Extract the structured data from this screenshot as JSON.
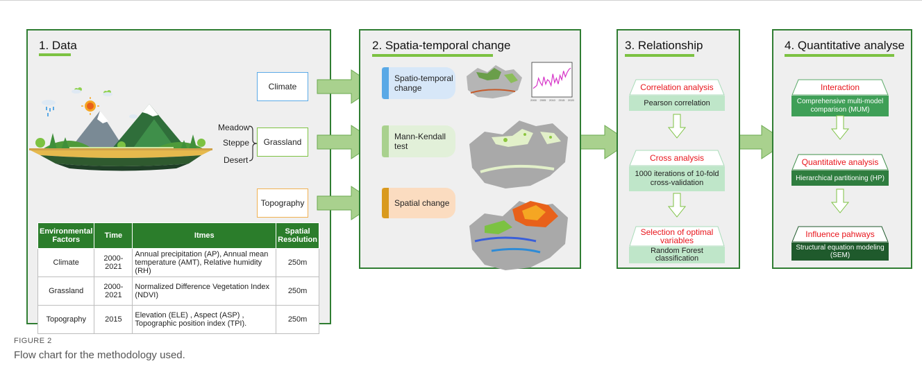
{
  "figure": {
    "label": "FIGURE 2",
    "caption": "Flow chart for the methodology used."
  },
  "colors": {
    "panel_border": "#2f7d32",
    "underline": "#7cc242",
    "arrow_fill": "#a9d18e",
    "arrow_stroke": "#6aa84f",
    "dark_green": "#2b7d2b",
    "red_text": "#e8141b"
  },
  "panel1": {
    "title": "1. Data",
    "inputs": {
      "climate": "Climate",
      "grassland": "Grassland",
      "topography": "Topography"
    },
    "grassland_types": [
      "Meadow",
      "Steppe",
      "Desert"
    ],
    "table": {
      "headers": [
        "Environmental Factors",
        "Time",
        "Itmes",
        "Spatial Resolution"
      ],
      "rows": [
        {
          "factor": "Climate",
          "time": "2000-2021",
          "items": "Annual precipitation (AP), Annual mean temperature (AMT), Relative humidity (RH)",
          "res": "250m"
        },
        {
          "factor": "Grassland",
          "time": "2000-2021",
          "items": "Normalized Difference Vegetation Index (NDVI)",
          "res": "250m"
        },
        {
          "factor": "Topography",
          "time": "2015",
          "items": "Elevation (ELE) , Aspect (ASP) , Topographic position index (TPI).",
          "res": "250m"
        }
      ]
    }
  },
  "panel2": {
    "title": "2. Spatia-temporal change",
    "methods": {
      "spatio_temporal": "Spatio-temporal change",
      "mann_kendall": "Mann-Kendall test",
      "spatial": "Spatial change"
    },
    "mini_chart": {
      "x_ticks": [
        "2000",
        "2005",
        "2010",
        "2015",
        "2020"
      ],
      "values": [
        0.2,
        0.25,
        0.3,
        0.55,
        0.4,
        0.3,
        0.6,
        0.35,
        0.5,
        0.45,
        0.3,
        0.7,
        0.4,
        0.55,
        0.35,
        0.65,
        0.5,
        0.8,
        0.6,
        0.75,
        0.85,
        0.9
      ]
    }
  },
  "panel3": {
    "title": "3. Relationship",
    "steps": [
      {
        "name": "Correlation analysis",
        "detail": "Pearson correlation"
      },
      {
        "name": "Cross analysis",
        "detail": "1000 iterations of 10-fold cross-validation"
      },
      {
        "name": "Selection of optimal variables",
        "detail": "Random Forest classification"
      }
    ]
  },
  "panel4": {
    "title": "4. Quantitative analyse",
    "steps": [
      {
        "name": "Interaction",
        "detail": "Comprehensive multi-model comparison (MUM)"
      },
      {
        "name": "Quantitative analysis",
        "detail": "Hierarchical partitioning (HP)"
      },
      {
        "name": "Influence pahways",
        "detail": "Structural equation modeling (SEM)"
      }
    ]
  }
}
